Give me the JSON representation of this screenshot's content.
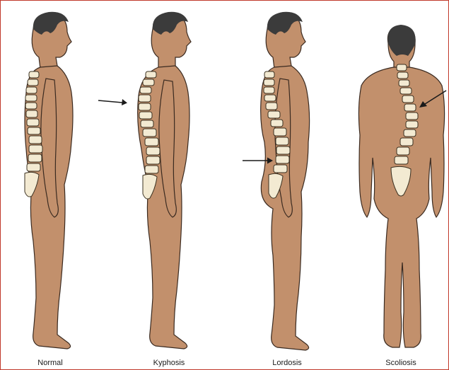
{
  "figures": [
    {
      "label": "Normal"
    },
    {
      "label": "Kyphosis"
    },
    {
      "label": "Lordosis"
    },
    {
      "label": "Scoliosis"
    }
  ],
  "colors": {
    "skin": "#c2906c",
    "skin_outline": "#3a2a20",
    "hair": "#3b3b3b",
    "bone": "#f3ead2",
    "bone_outline": "#3a3020",
    "border": "#c0392b",
    "arrow": "#1a1a1a"
  },
  "icons": [
    "arrow-kyphosis-icon",
    "arrow-lordosis-icon",
    "arrow-scoliosis-icon"
  ]
}
